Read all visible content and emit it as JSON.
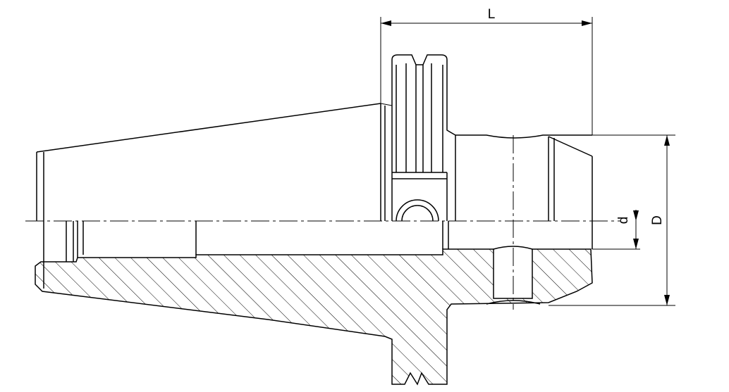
{
  "drawing": {
    "labels": {
      "length": "L",
      "bore_diameter": "d",
      "outer_diameter": "D"
    },
    "colors": {
      "line": "#000000",
      "background": "#ffffff"
    }
  }
}
